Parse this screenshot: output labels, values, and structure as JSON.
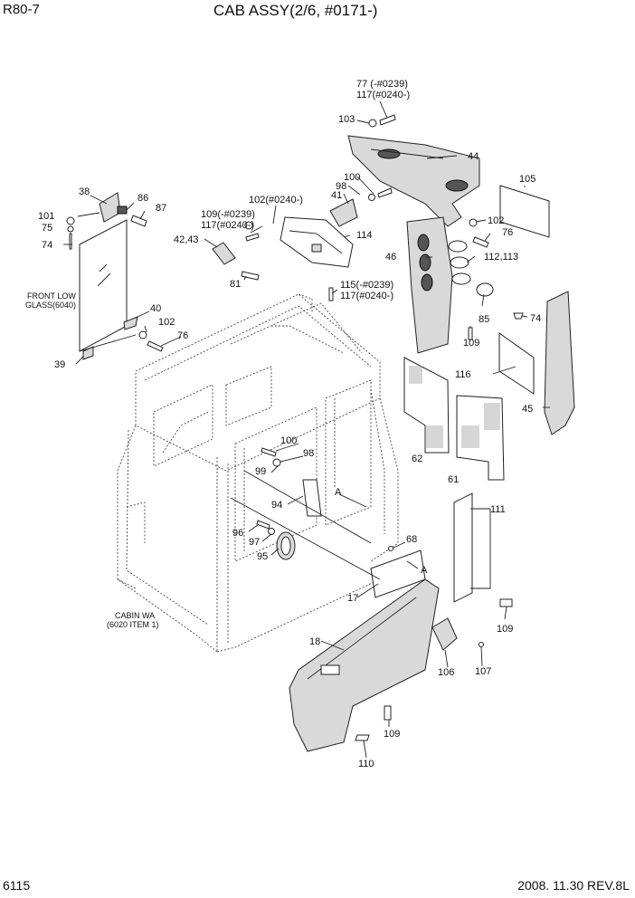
{
  "header": {
    "model": "R80-7",
    "title": "CAB ASSY(2/6, #0171-)"
  },
  "footer": {
    "page": "6115",
    "date_rev": "2008. 11.30  REV.8L"
  },
  "callouts": {
    "c77_117": [
      "77  (-#0239)",
      "117(#0240-)"
    ],
    "c103": "103",
    "c44": "44",
    "c105": "105",
    "c100a": "100",
    "c98a": "98",
    "c41": "41",
    "c102_117": "102(#0240-)",
    "c109_117": [
      "109(-#0239)",
      "117(#0240-)"
    ],
    "c42_43": "42,43",
    "c114": "114",
    "c81": "81",
    "c115_117": [
      "115(-#0239)",
      "117(#0240-)"
    ],
    "c102b": "102",
    "c76b": "76",
    "c46": "46",
    "c112_113": "112,113",
    "c85": "85",
    "c74b": "74",
    "c109a": "109",
    "c116": "116",
    "c45": "45",
    "c62": "62",
    "c61": "61",
    "c38": "38",
    "c86": "86",
    "c87": "87",
    "c101": "101",
    "c75": "75",
    "c74a": "74",
    "front_low_glass": [
      "FRONT LOW",
      "GLASS(6040)"
    ],
    "c40": "40",
    "c102a": "102",
    "c76a": "76",
    "c39": "39",
    "c100b": "100",
    "c98b": "98",
    "c99": "99",
    "c94": "94",
    "cA1": "A",
    "c96": "96",
    "c97": "97",
    "c95": "95",
    "c68": "68",
    "cA2": "A",
    "c111": "111",
    "c17": "17",
    "c109b": "109",
    "cabin_wa": [
      "CABIN WA",
      "(6020 ITEM 1)"
    ],
    "c18": "18",
    "c106": "106",
    "c107": "107",
    "c109c": "109",
    "c110": "110"
  }
}
